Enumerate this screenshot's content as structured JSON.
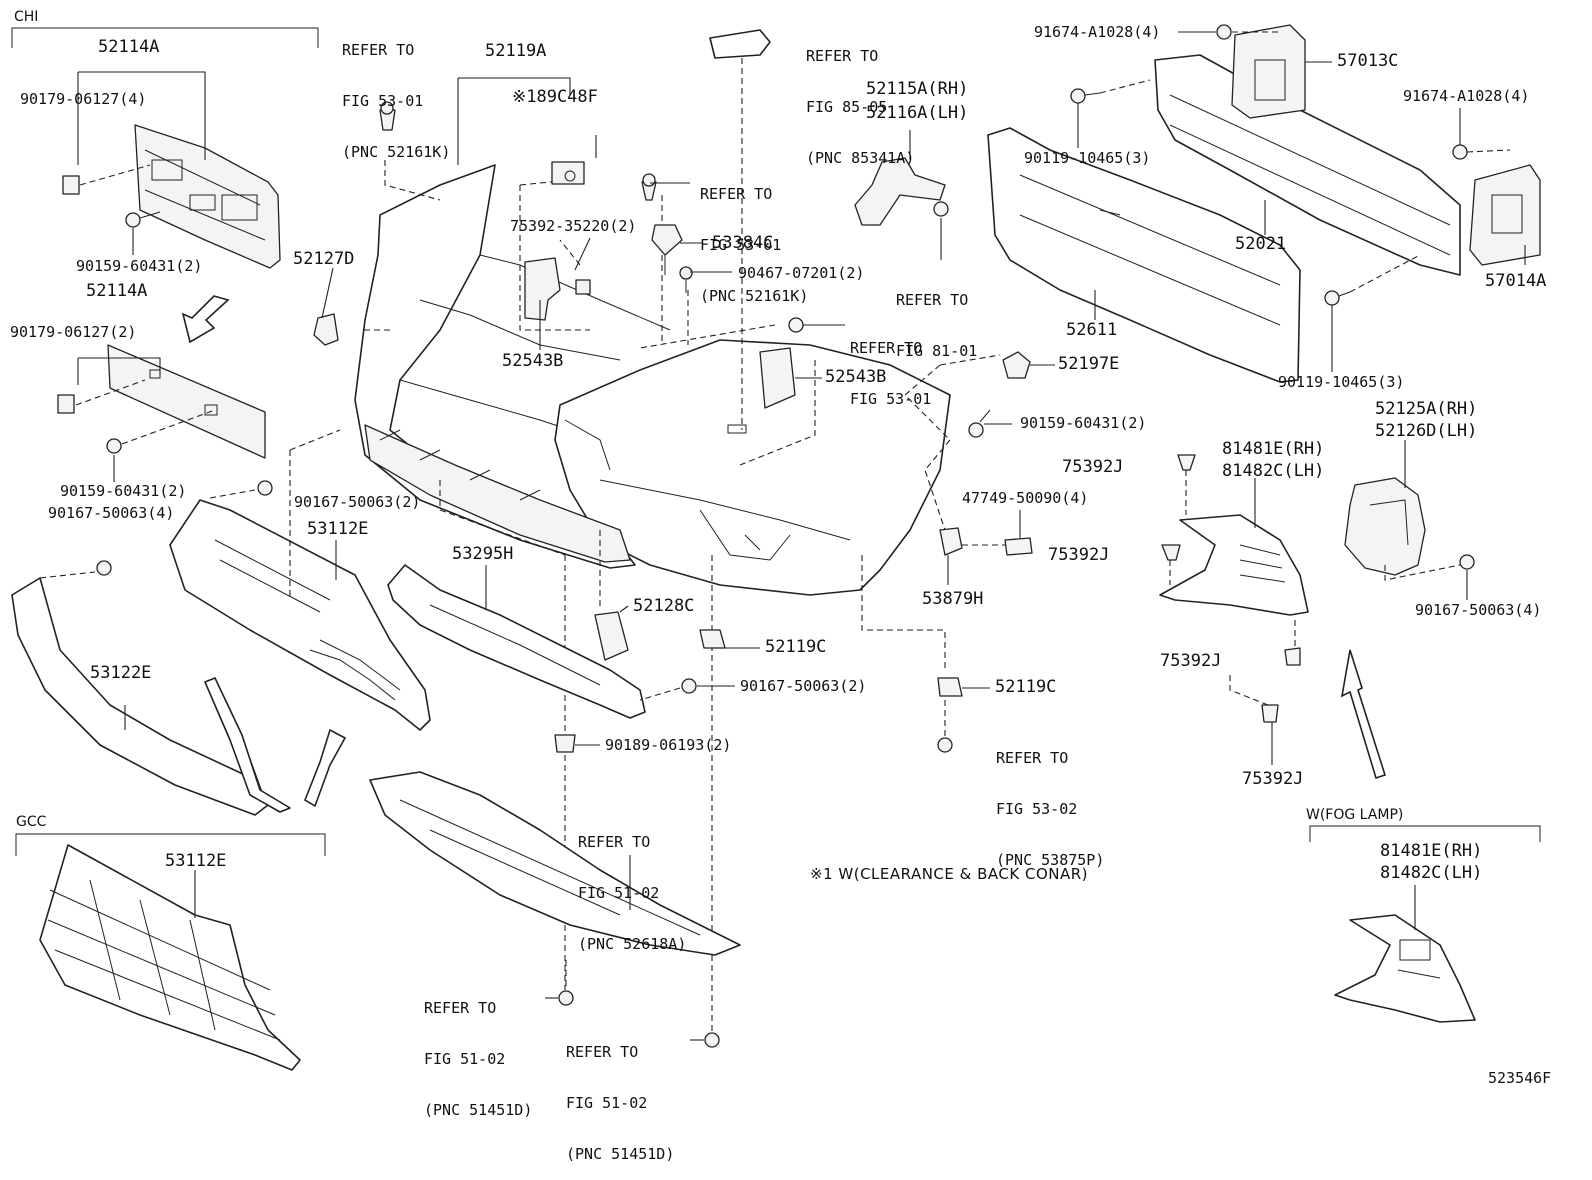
{
  "labels": {
    "section_chi": "CHI",
    "section_gcc": "GCC",
    "section_fog": "W(FOG LAMP)",
    "p52114A_top": "52114A",
    "p90179_4": "90179-06127(4)",
    "p90159_top": "90159-60431(2)",
    "p52114A_mid": "52114A",
    "p90179_2": "90179-06127(2)",
    "p90159_mid": "90159-60431(2)",
    "p90167_4_left": "90167-50063(4)",
    "p90167_2_left": "90167-50063(2)",
    "p53112E_chi": "53112E",
    "p53122E": "53122E",
    "p53112E_gcc": "53112E",
    "p52119A": "52119A",
    "p89C48F": "※189C48F",
    "p52127D": "52127D",
    "p75392_35220": "75392-35220(2)",
    "p53384C": "53384C",
    "p90467": "90467-07201(2)",
    "p52543B_left": "52543B",
    "p52543B_right": "52543B",
    "p53295H": "53295H",
    "p52128C": "52128C",
    "p52119C_mid": "52119C",
    "p90167_2_mid": "90167-50063(2)",
    "p90189": "90189-06193(2)",
    "p52115A": "52115A(RH)",
    "p52116A": "52116A(LH)",
    "p52197E": "52197E",
    "p90159_right": "90159-60431(2)",
    "p47749": "47749-50090(4)",
    "p53879H": "53879H",
    "p52119C_right": "52119C",
    "p91674_top": "91674-A1028(4)",
    "p57013C": "57013C",
    "p90119_top": "90119-10465(3)",
    "p91674_right": "91674-A1028(4)",
    "p52021": "52021",
    "p57014A": "57014A",
    "p52611": "52611",
    "p90119_bottom": "90119-10465(3)",
    "p52125A": "52125A(RH)",
    "p52126D": "52126D(LH)",
    "p81481E": "81481E(RH)",
    "p81482C": "81482C(LH)",
    "p75392J_a": "75392J",
    "p75392J_b": "75392J",
    "p75392J_c": "75392J",
    "p75392J_d": "75392J",
    "p90167_4_right": "90167-50063(4)",
    "p81481E_fog": "81481E(RH)",
    "p81482C_fog": "81482C(LH)",
    "diagram_id": "523546F"
  },
  "refs": {
    "r1": [
      "REFER TO",
      "FIG 53-01",
      "(PNC 52161K)"
    ],
    "r2": [
      "REFER TO",
      "FIG 85-05",
      "(PNC 85341A)"
    ],
    "r3": [
      "REFER TO",
      "FIG 53-01",
      "(PNC 52161K)"
    ],
    "r4": [
      "REFER TO",
      "FIG 81-01"
    ],
    "r5": [
      "REFER TO",
      "FIG 53-01"
    ],
    "r6": [
      "REFER TO",
      "FIG 53-02",
      "(PNC 53875P)"
    ],
    "r7": [
      "REFER TO",
      "FIG 51-02",
      "(PNC 52618A)"
    ],
    "r8": [
      "REFER TO",
      "FIG 51-02",
      "(PNC 51451D)"
    ],
    "r9": [
      "REFER TO",
      "FIG 51-02",
      "(PNC 51451D)"
    ]
  },
  "notes": {
    "footnote": "※1 W(CLEARANCE & BACK CONAR)"
  }
}
